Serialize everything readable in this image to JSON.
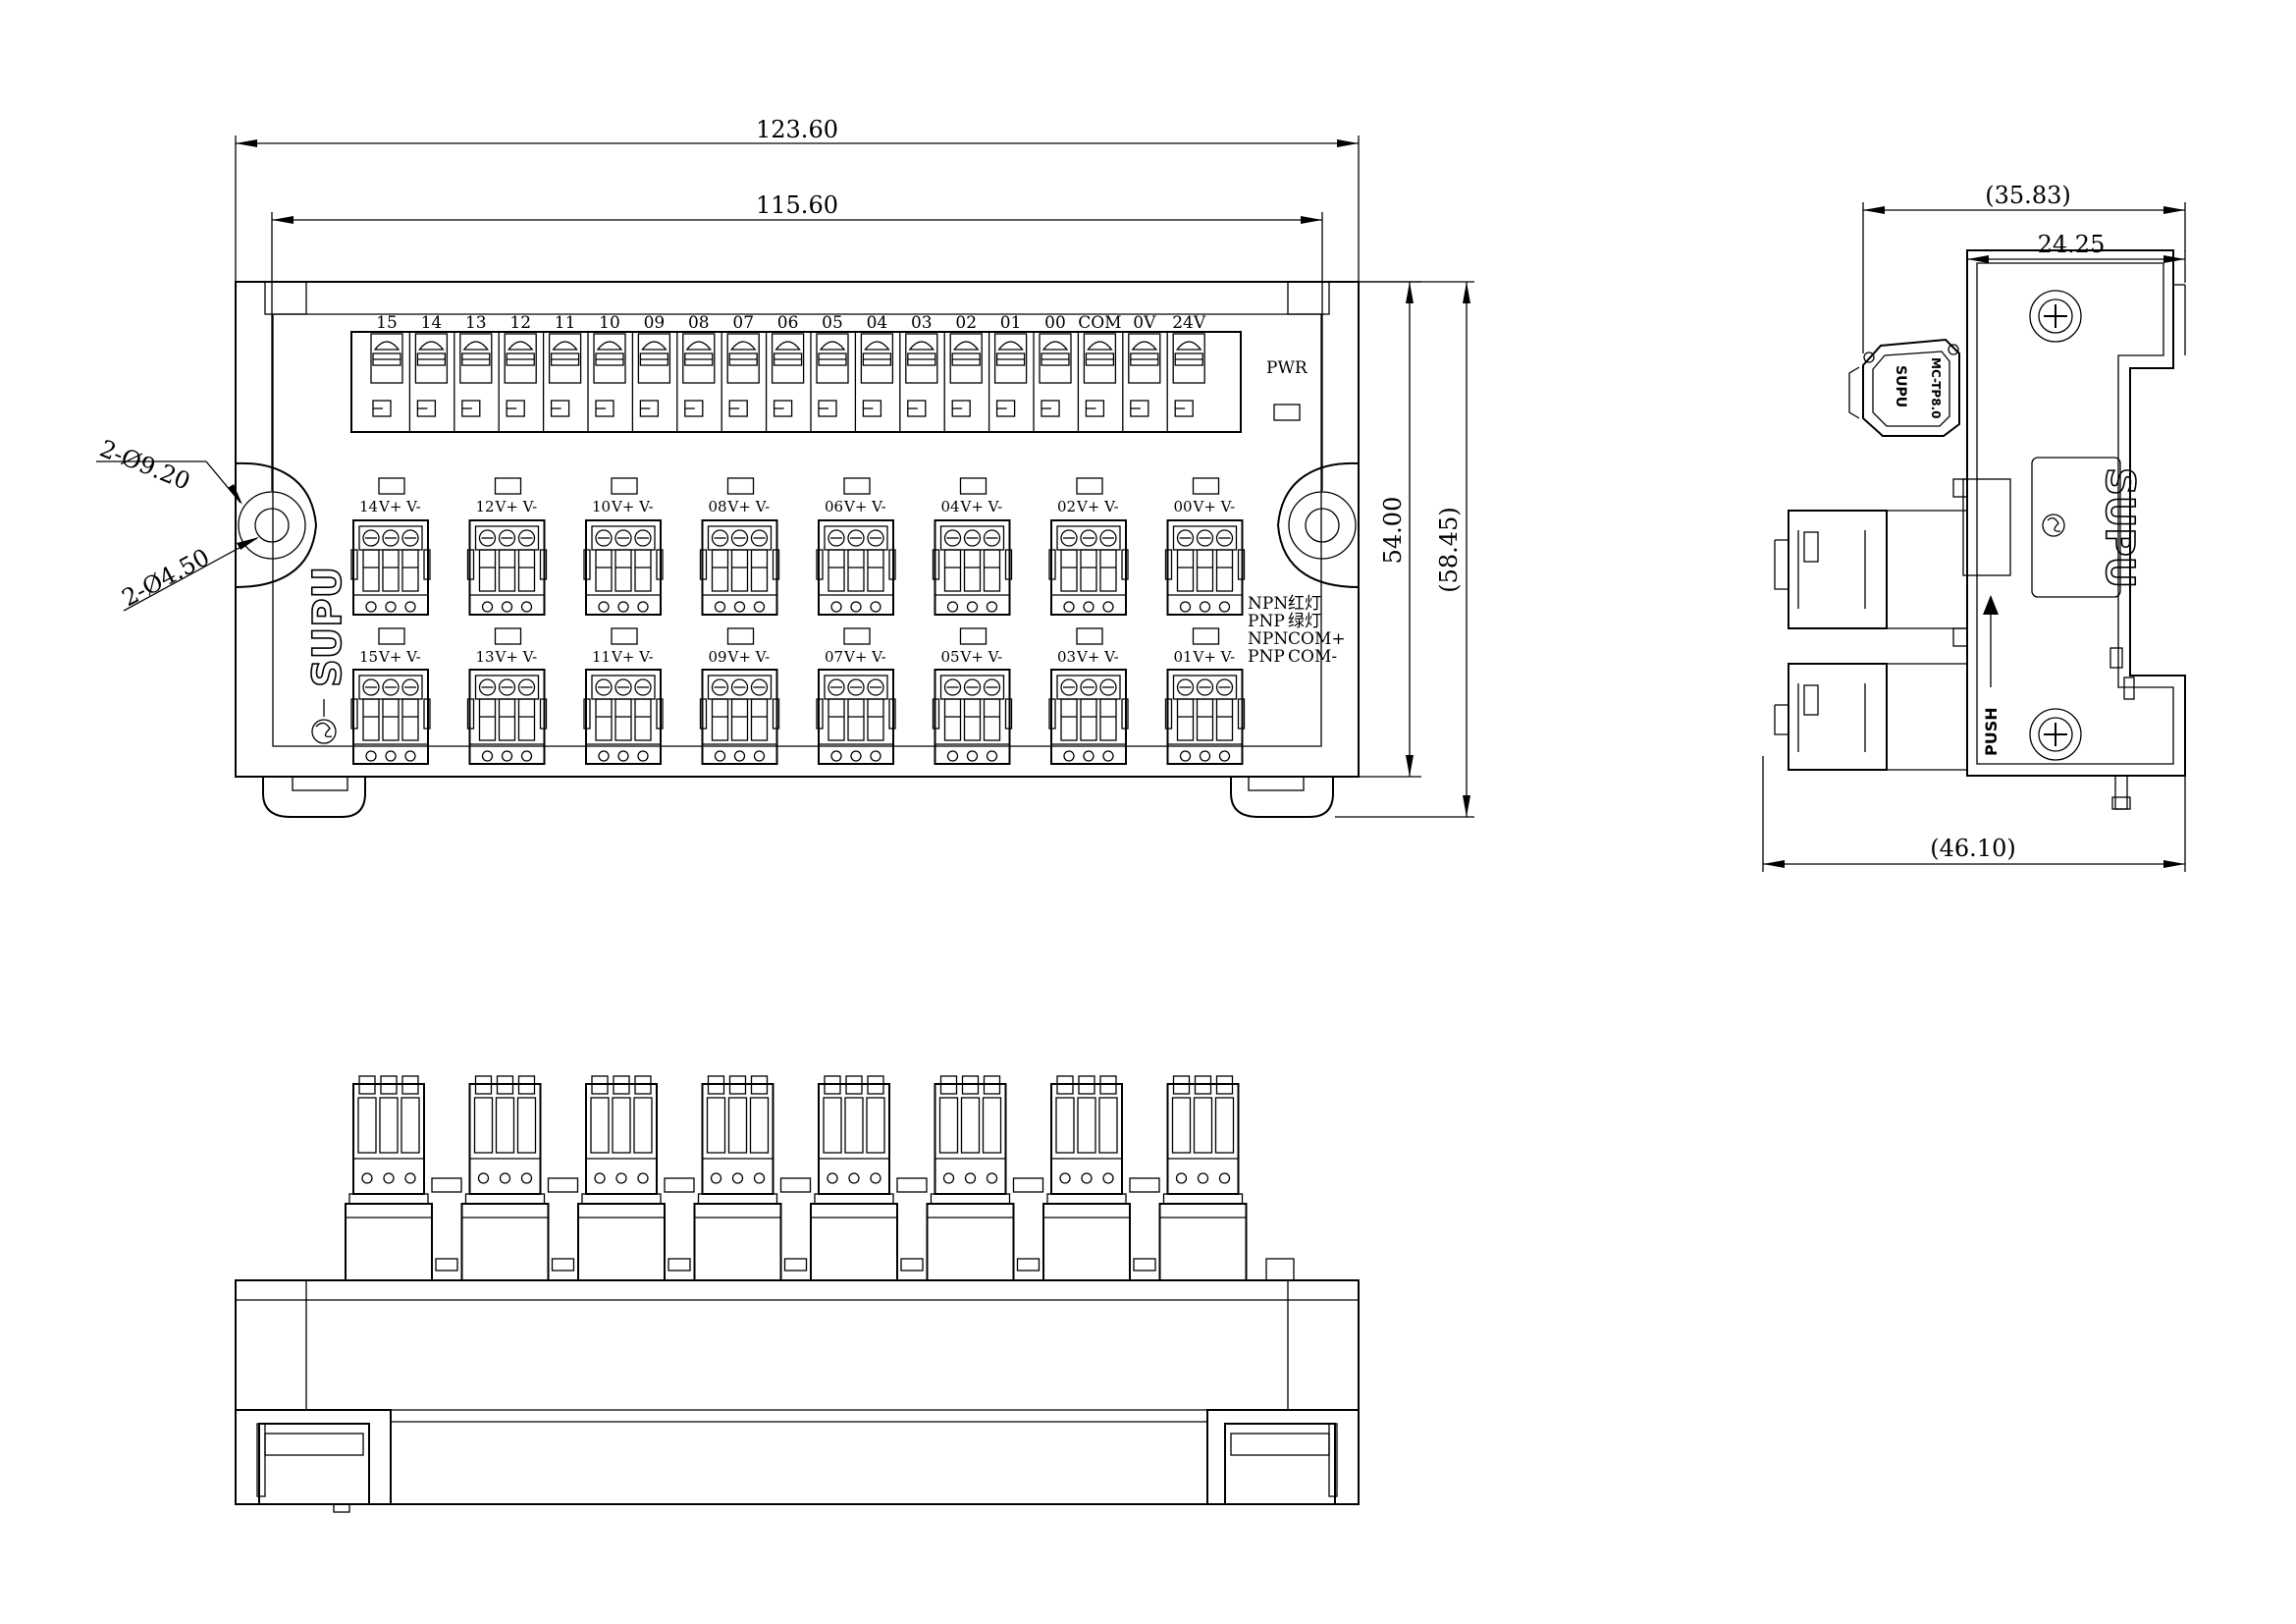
{
  "dimensions": {
    "overall_width": "123.60",
    "mount_pitch": "115.60",
    "body_height": "54.00",
    "overall_height": "(58.45)",
    "hole_outer": "2-Ø9.20",
    "hole_inner": "2-Ø4.50",
    "side_depth_ref": "(35.83)",
    "side_depth": "24.25",
    "side_total": "(46.10)"
  },
  "terminal_labels": [
    "15",
    "14",
    "13",
    "12",
    "11",
    "10",
    "09",
    "08",
    "07",
    "06",
    "05",
    "04",
    "03",
    "02",
    "01",
    "00",
    "COM",
    "0V",
    "24V"
  ],
  "pwr_label": "PWR",
  "top_connectors": [
    {
      "ch": "14",
      "pins": "V+ V-"
    },
    {
      "ch": "12",
      "pins": "V+ V-"
    },
    {
      "ch": "10",
      "pins": "V+ V-"
    },
    {
      "ch": "08",
      "pins": "V+ V-"
    },
    {
      "ch": "06",
      "pins": "V+ V-"
    },
    {
      "ch": "04",
      "pins": "V+ V-"
    },
    {
      "ch": "02",
      "pins": "V+ V-"
    },
    {
      "ch": "00",
      "pins": "V+ V-"
    }
  ],
  "bottom_connectors": [
    {
      "ch": "15",
      "pins": "V+ V-"
    },
    {
      "ch": "13",
      "pins": "V+ V-"
    },
    {
      "ch": "11",
      "pins": "V+ V-"
    },
    {
      "ch": "09",
      "pins": "V+ V-"
    },
    {
      "ch": "07",
      "pins": "V+ V-"
    },
    {
      "ch": "05",
      "pins": "V+ V-"
    },
    {
      "ch": "03",
      "pins": "V+ V-"
    },
    {
      "ch": "01",
      "pins": "V+ V-"
    }
  ],
  "legend": [
    {
      "mode": "NPN",
      "desc": "红灯"
    },
    {
      "mode": "PNP",
      "desc": "绿灯"
    },
    {
      "mode": "NPN",
      "desc": "COM+"
    },
    {
      "mode": "PNP",
      "desc": "COM-"
    }
  ],
  "brand": "SUPU",
  "side_model": "MC-TP8.0",
  "push_label": "PUSH"
}
